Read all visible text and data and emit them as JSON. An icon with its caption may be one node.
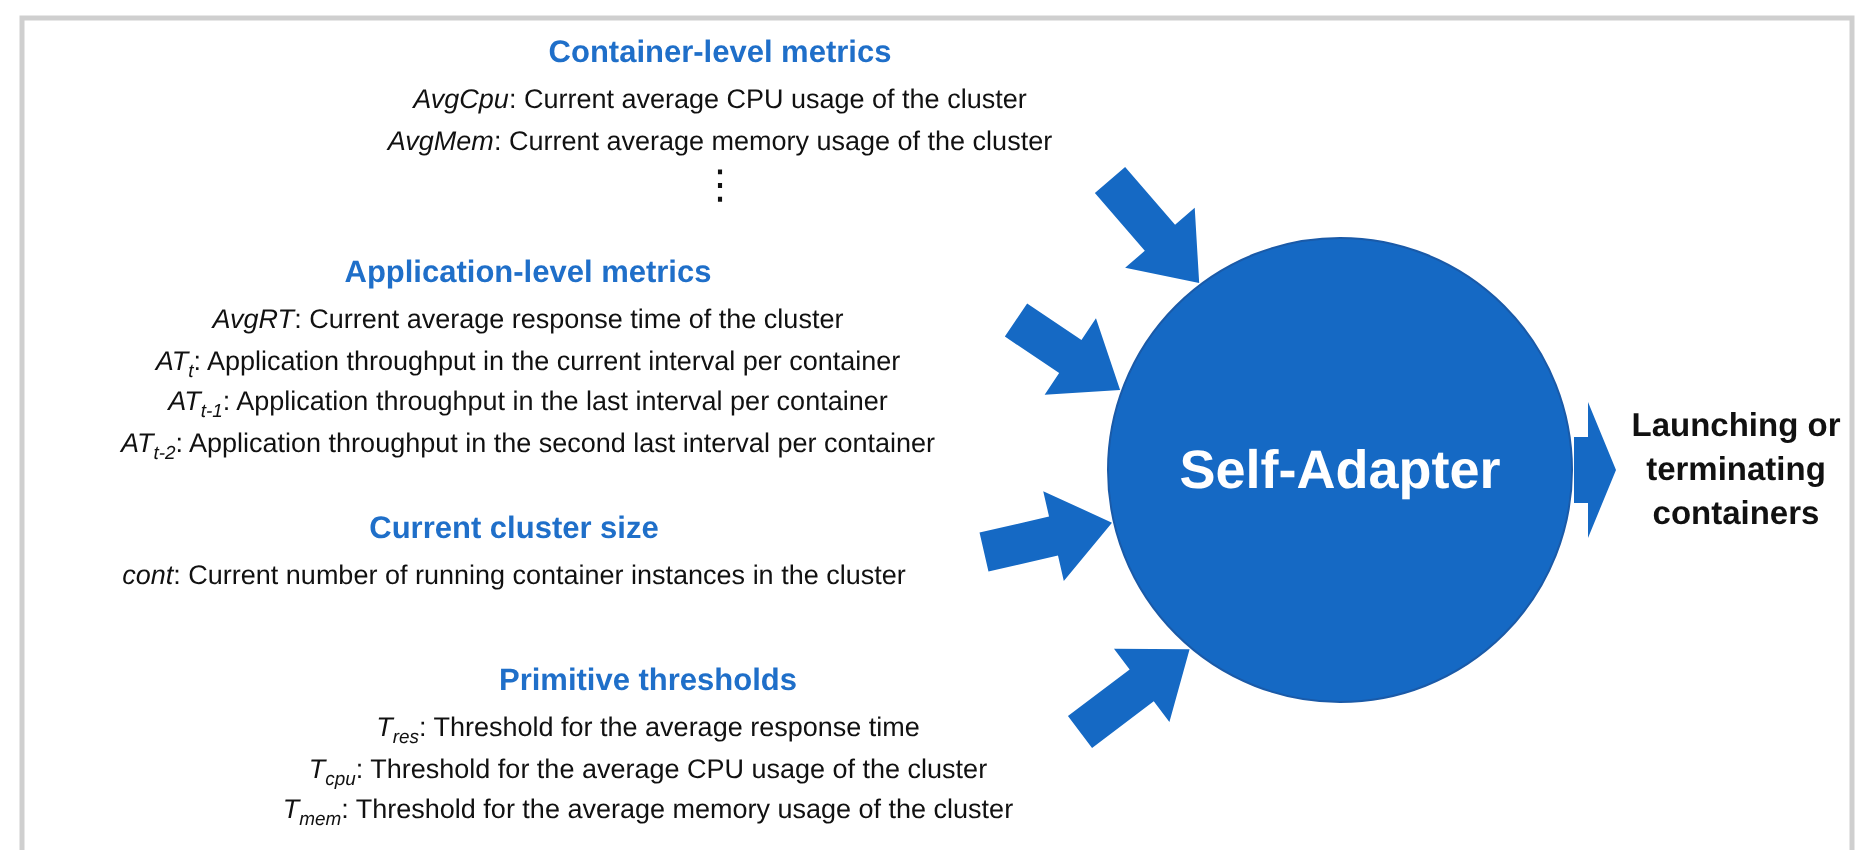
{
  "diagram": {
    "nodes": [
      {
        "text": [
          "Container-level metrics",
          "*AvgCpu*: Current average CPU usage of the cluster",
          "*AvgMem*: Current average memory usage of the cluster",
          "⋮"
        ]
      },
      {
        "text": [
          "Application-level metrics",
          "*AvgRT*: Current average response time of the cluster",
          "*AT*$_{t}$: Application throughput in the current interval per container",
          "*AT*$_{t-1}$: Application throughput in the last interval per container",
          "*AT*$_{t-2}$: Application throughput in the second last interval per container"
        ]
      },
      {
        "text": [
          "Current cluster size",
          "*cont*: Current number of running container instances in the cluster"
        ]
      },
      {
        "text": [
          "Primitive thresholds",
          "*T*$_{res}$: Threshold for the average response time",
          "*T*$_{cpu}$: Threshold for the average CPU usage of the cluster",
          "*T*$_{mem}$: Threshold for the average memory usage of the cluster"
        ]
      },
      {
        "text": [
          "Self-Adapter"
        ]
      },
      {
        "text": [
          "Launching or terminating containers"
        ]
      }
    ],
    "edges": [
      {
        "from": 0,
        "to": 4,
        "arrow": "to"
      },
      {
        "from": 1,
        "to": 4,
        "arrow": "to"
      },
      {
        "from": 2,
        "to": 4,
        "arrow": "to"
      },
      {
        "from": 3,
        "to": 4,
        "arrow": "to"
      },
      {
        "from": 4,
        "to": 5,
        "arrow": "to"
      }
    ]
  }
}
